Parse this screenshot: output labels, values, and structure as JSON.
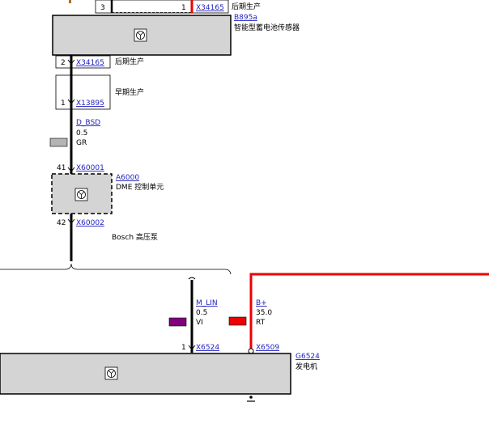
{
  "connectors": {
    "x34165_top": {
      "pin": "3",
      "pin_right": "1",
      "id": "X34165",
      "note": "后期生产"
    },
    "x34165_bottom": {
      "pin": "2",
      "id": "X34165",
      "note": "后期生产"
    },
    "x13895": {
      "pin": "1",
      "id": "X13895",
      "note": "早期生产"
    },
    "x60001": {
      "pin": "41",
      "id": "X60001"
    },
    "x60002": {
      "pin": "42",
      "id": "X60002",
      "note": "Bosch 高压泵"
    },
    "x6524": {
      "pin": "1",
      "id": "X6524"
    },
    "x6509": {
      "id": "X6509"
    }
  },
  "components": {
    "b895a": {
      "id": "B895a",
      "name": "智能型蓄电池传感器"
    },
    "a6000": {
      "id": "A6000",
      "name": "DME 控制单元"
    },
    "g6524": {
      "id": "G6524",
      "name": "发电机"
    }
  },
  "wires": {
    "d_bsd": {
      "signal": "D_BSD",
      "size": "0.5",
      "color_code": "GR",
      "swatch": "#b4b4b4"
    },
    "m_lin": {
      "signal": "M_LIN",
      "size": "0.5",
      "color_code": "VI",
      "swatch": "#800080"
    },
    "b_plus": {
      "signal": "B+",
      "size": "35.0",
      "color_code": "RT",
      "swatch": "#ee0000"
    }
  }
}
